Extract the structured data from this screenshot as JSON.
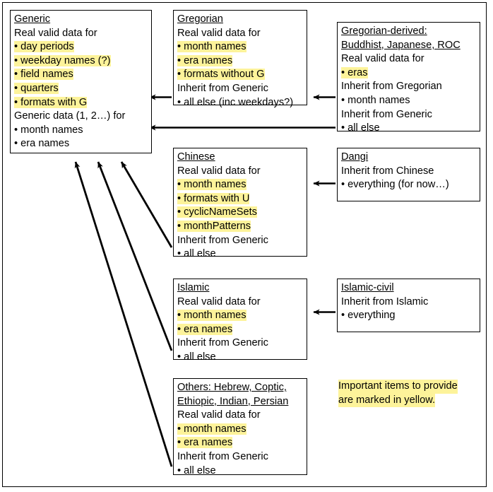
{
  "diagram": {
    "title": "Calendar data inheritance diagram",
    "colors": {
      "highlight": "#fdf39a",
      "line": "#000000",
      "background": "#ffffff"
    },
    "legend": {
      "line1": "Important items to provide",
      "line2": "are marked in yellow."
    },
    "nodes": {
      "generic": {
        "title": "Generic",
        "section1": "Real valid data for",
        "items1": [
          {
            "text": "day periods",
            "highlight": true
          },
          {
            "text": "weekday names (?)",
            "highlight": true
          },
          {
            "text": "field names",
            "highlight": true
          },
          {
            "text": "quarters",
            "highlight": true
          },
          {
            "text": "formats with G",
            "highlight": true
          }
        ],
        "section2": "Generic data (1, 2…) for",
        "items2": [
          {
            "text": "month names",
            "highlight": false
          },
          {
            "text": "era names",
            "highlight": false
          }
        ]
      },
      "gregorian": {
        "title": "Gregorian",
        "section1": "Real valid data for",
        "items1": [
          {
            "text": "month names",
            "highlight": true
          },
          {
            "text": "era names",
            "highlight": true
          },
          {
            "text": "formats without G",
            "highlight": true
          }
        ],
        "section2": "Inherit from Generic",
        "items2": [
          {
            "text": "all else (inc weekdays?)",
            "highlight": false
          }
        ]
      },
      "gregorian_derived": {
        "title_line1": "Gregorian-derived:",
        "title_line2": "Buddhist, Japanese, ROC",
        "section1": "Real valid data for",
        "items1": [
          {
            "text": "eras",
            "highlight": true
          }
        ],
        "section2": "Inherit from Gregorian",
        "items2": [
          {
            "text": "month names",
            "highlight": false
          }
        ],
        "section3": "Inherit from Generic",
        "items3": [
          {
            "text": "all else",
            "highlight": false
          }
        ]
      },
      "chinese": {
        "title": "Chinese",
        "section1": "Real valid data for",
        "items1": [
          {
            "text": "month names",
            "highlight": true
          },
          {
            "text": "formats with U",
            "highlight": true
          },
          {
            "text": "cyclicNameSets",
            "highlight": true
          },
          {
            "text": "monthPatterns",
            "highlight": true
          }
        ],
        "section2": "Inherit from Generic",
        "items2": [
          {
            "text": "all else",
            "highlight": false
          }
        ]
      },
      "dangi": {
        "title": "Dangi",
        "section2": "Inherit from Chinese",
        "items2": [
          {
            "text": "everything (for now…)",
            "highlight": false
          }
        ]
      },
      "islamic": {
        "title": "Islamic",
        "section1": "Real valid data for",
        "items1": [
          {
            "text": "month names",
            "highlight": true
          },
          {
            "text": "era names",
            "highlight": true
          }
        ],
        "section2": "Inherit from Generic",
        "items2": [
          {
            "text": "all else",
            "highlight": false
          }
        ]
      },
      "islamic_civil": {
        "title": "Islamic-civil",
        "section2": "Inherit from Islamic",
        "items2": [
          {
            "text": "everything",
            "highlight": false
          }
        ]
      },
      "others": {
        "title_line1": "Others: Hebrew, Coptic,",
        "title_line2": "Ethiopic, Indian, Persian",
        "section1": "Real valid data for",
        "items1": [
          {
            "text": "month names",
            "highlight": true
          },
          {
            "text": "era names",
            "highlight": true
          }
        ],
        "section2": "Inherit from Generic",
        "items2": [
          {
            "text": "all else",
            "highlight": false
          }
        ]
      }
    },
    "edges": [
      {
        "name": "gregorian-to-generic",
        "from": "gregorian",
        "to": "generic"
      },
      {
        "name": "gregorian-derived-to-gregorian",
        "from": "gregorian_derived",
        "to": "gregorian"
      },
      {
        "name": "gregorian-derived-to-generic",
        "from": "gregorian_derived",
        "to": "generic"
      },
      {
        "name": "dangi-to-chinese",
        "from": "dangi",
        "to": "chinese"
      },
      {
        "name": "islamic-civil-to-islamic",
        "from": "islamic_civil",
        "to": "islamic"
      },
      {
        "name": "chinese-to-generic",
        "from": "chinese",
        "to": "generic"
      },
      {
        "name": "islamic-to-generic",
        "from": "islamic",
        "to": "generic"
      },
      {
        "name": "others-to-generic",
        "from": "others",
        "to": "generic"
      }
    ]
  }
}
